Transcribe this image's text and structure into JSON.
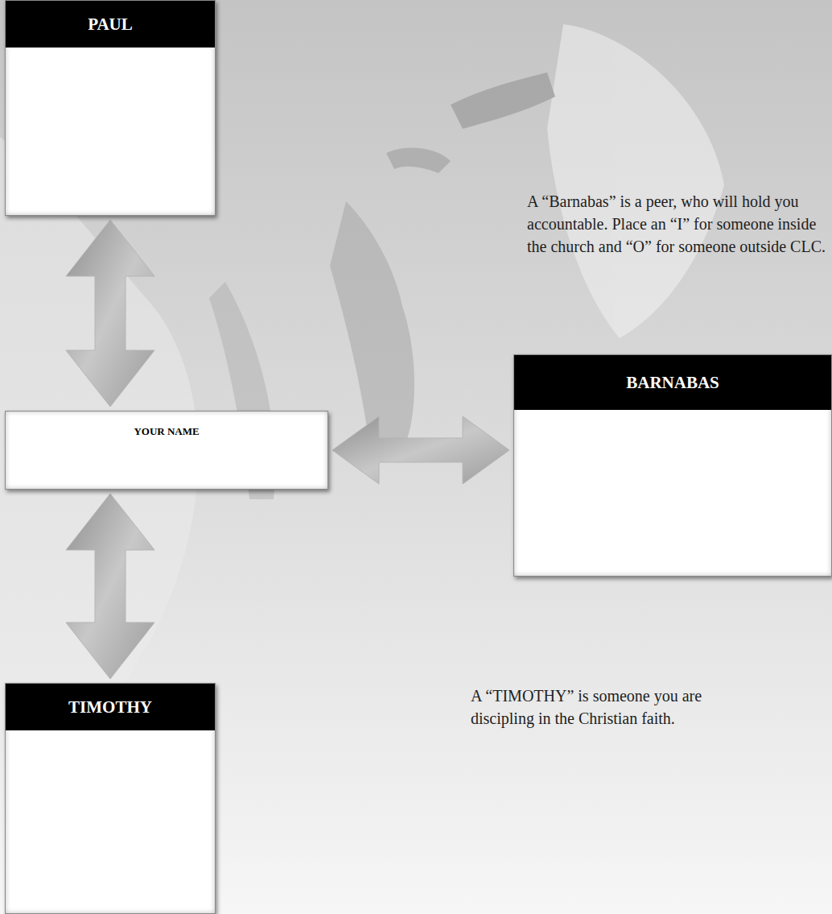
{
  "diagram": {
    "nodes": [
      {
        "text": [
          "PAUL"
        ]
      },
      {
        "text": [
          "YOUR NAME"
        ]
      },
      {
        "text": [
          "BARNABAS"
        ]
      },
      {
        "text": [
          "TIMOTHY"
        ]
      }
    ],
    "edges": [
      {
        "from": 0,
        "to": 1,
        "arrow": "both"
      },
      {
        "from": 1,
        "to": 2,
        "arrow": "both"
      },
      {
        "from": 1,
        "to": 3,
        "arrow": "both"
      }
    ],
    "labels": [
      "A “Barnabas” is a peer, who will hold you accountable. Place an “I” for someone inside the church and “O” for someone outside CLC.",
      "A “TIMOTHY” is someone you are discipling in the Christian faith."
    ]
  }
}
